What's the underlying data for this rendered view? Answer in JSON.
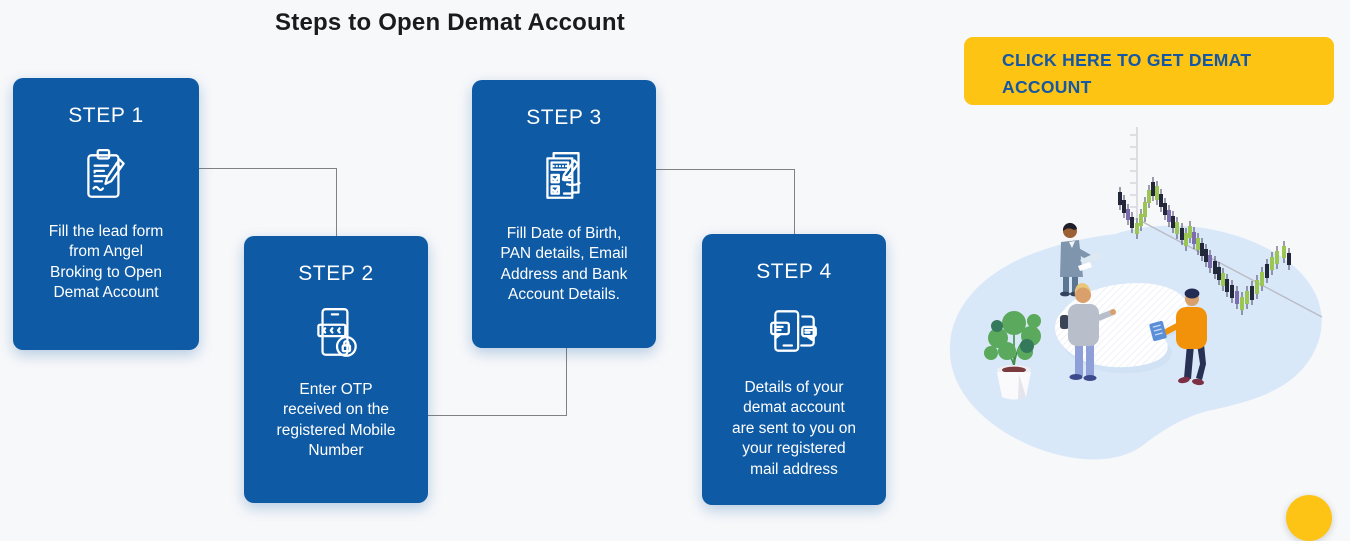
{
  "page": {
    "title": "Steps to Open Demat Account",
    "background_color": "#f7f8fa"
  },
  "cta_button": {
    "label": "CLICK HERE TO GET DEMAT ACCOUNT",
    "bg_color": "#fdc413",
    "text_color": "#1457a5"
  },
  "steps": [
    {
      "label": "STEP 1",
      "icon": "clipboard-lead-form-icon",
      "description": "Fill the lead form\nfrom Angel\nBroking to Open\nDemat Account"
    },
    {
      "label": "STEP 2",
      "icon": "phone-otp-lock-icon",
      "description": "Enter OTP\nreceived on the\nregistered Mobile\nNumber"
    },
    {
      "label": "STEP 3",
      "icon": "form-signing-pen-icon",
      "description": "Fill Date of Birth,\nPAN details, Email\nAddress and Bank\nAccount Details."
    },
    {
      "label": "STEP 4",
      "icon": "phones-chat-icon",
      "description": "Details of your\ndemat account\nare sent to you on\nyour registered\nmail address"
    }
  ],
  "style": {
    "card_color": "#0e5aa4",
    "connector_color": "#828282"
  },
  "illustration": {
    "name": "people-discussing-candlestick-stock-chart",
    "elements": [
      "light-blue-blob",
      "candlestick-chart",
      "trend-line",
      "vertical-axis",
      "white-hatched-table",
      "potted-plant",
      "man-in-suit-with-laptop",
      "person-gray-sweater",
      "person-orange-hoodie-with-tablet"
    ]
  },
  "floating_widget": {
    "name": "yellow-circle-widget"
  }
}
